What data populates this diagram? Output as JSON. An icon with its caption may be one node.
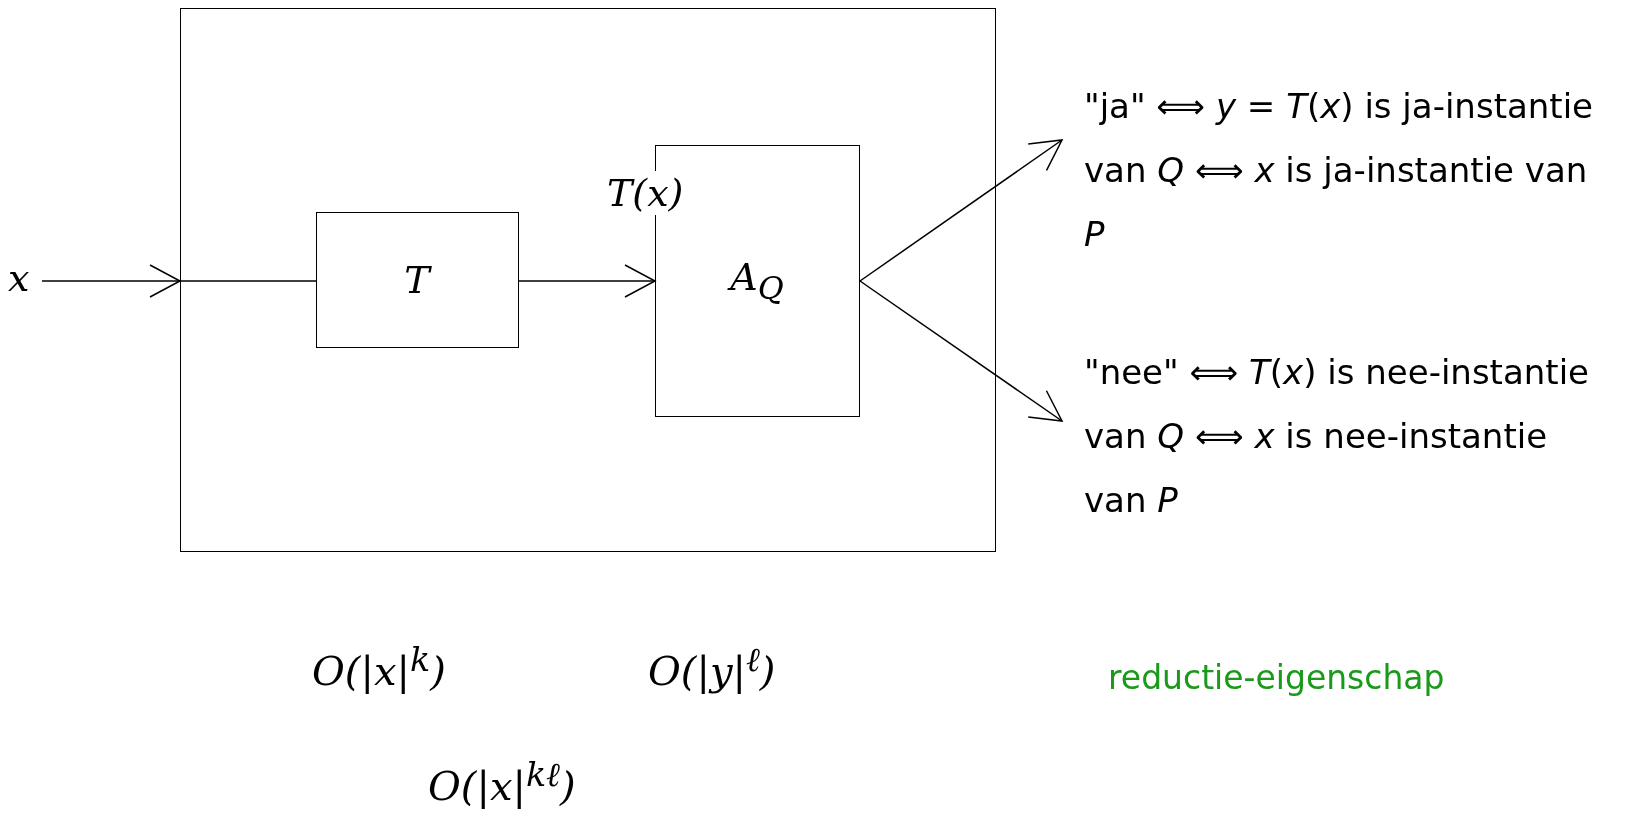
{
  "diagram": {
    "nodes": [
      {
        "text": [],
        "shape": "box"
      },
      {
        "text": [
          "x"
        ]
      },
      {
        "text": [
          "T"
        ],
        "in": 0
      },
      {
        "text": [
          "A$_{Q}$"
        ],
        "in": 0
      },
      {
        "text": [
          "\"ja\" ⟺ *y* = *T*(*x*) is ja-instantie van *Q* ⟺ *x* is ja-instantie van *P*"
        ]
      },
      {
        "text": [
          "\"nee\" ⟺ *T*(*x*) is nee-instantie van *Q* ⟺ *x* is nee-instantie van *P*"
        ]
      }
    ],
    "edges": [
      {
        "from": 1,
        "to": 0,
        "arrow": "to"
      },
      {
        "from": 0,
        "to": 2,
        "arrow": "none"
      },
      {
        "from": 2,
        "to": 3,
        "arrow": "to",
        "label": "T(x)"
      },
      {
        "from": 3,
        "to": 4,
        "arrow": "to"
      },
      {
        "from": 3,
        "to": 5,
        "arrow": "to"
      }
    ],
    "labels": [
      "O(|x|$^{k}$)",
      "O(|y|$^{ℓ}$)",
      "reductie-eigenschap",
      "O(|x|$^{kℓ}$)"
    ]
  }
}
